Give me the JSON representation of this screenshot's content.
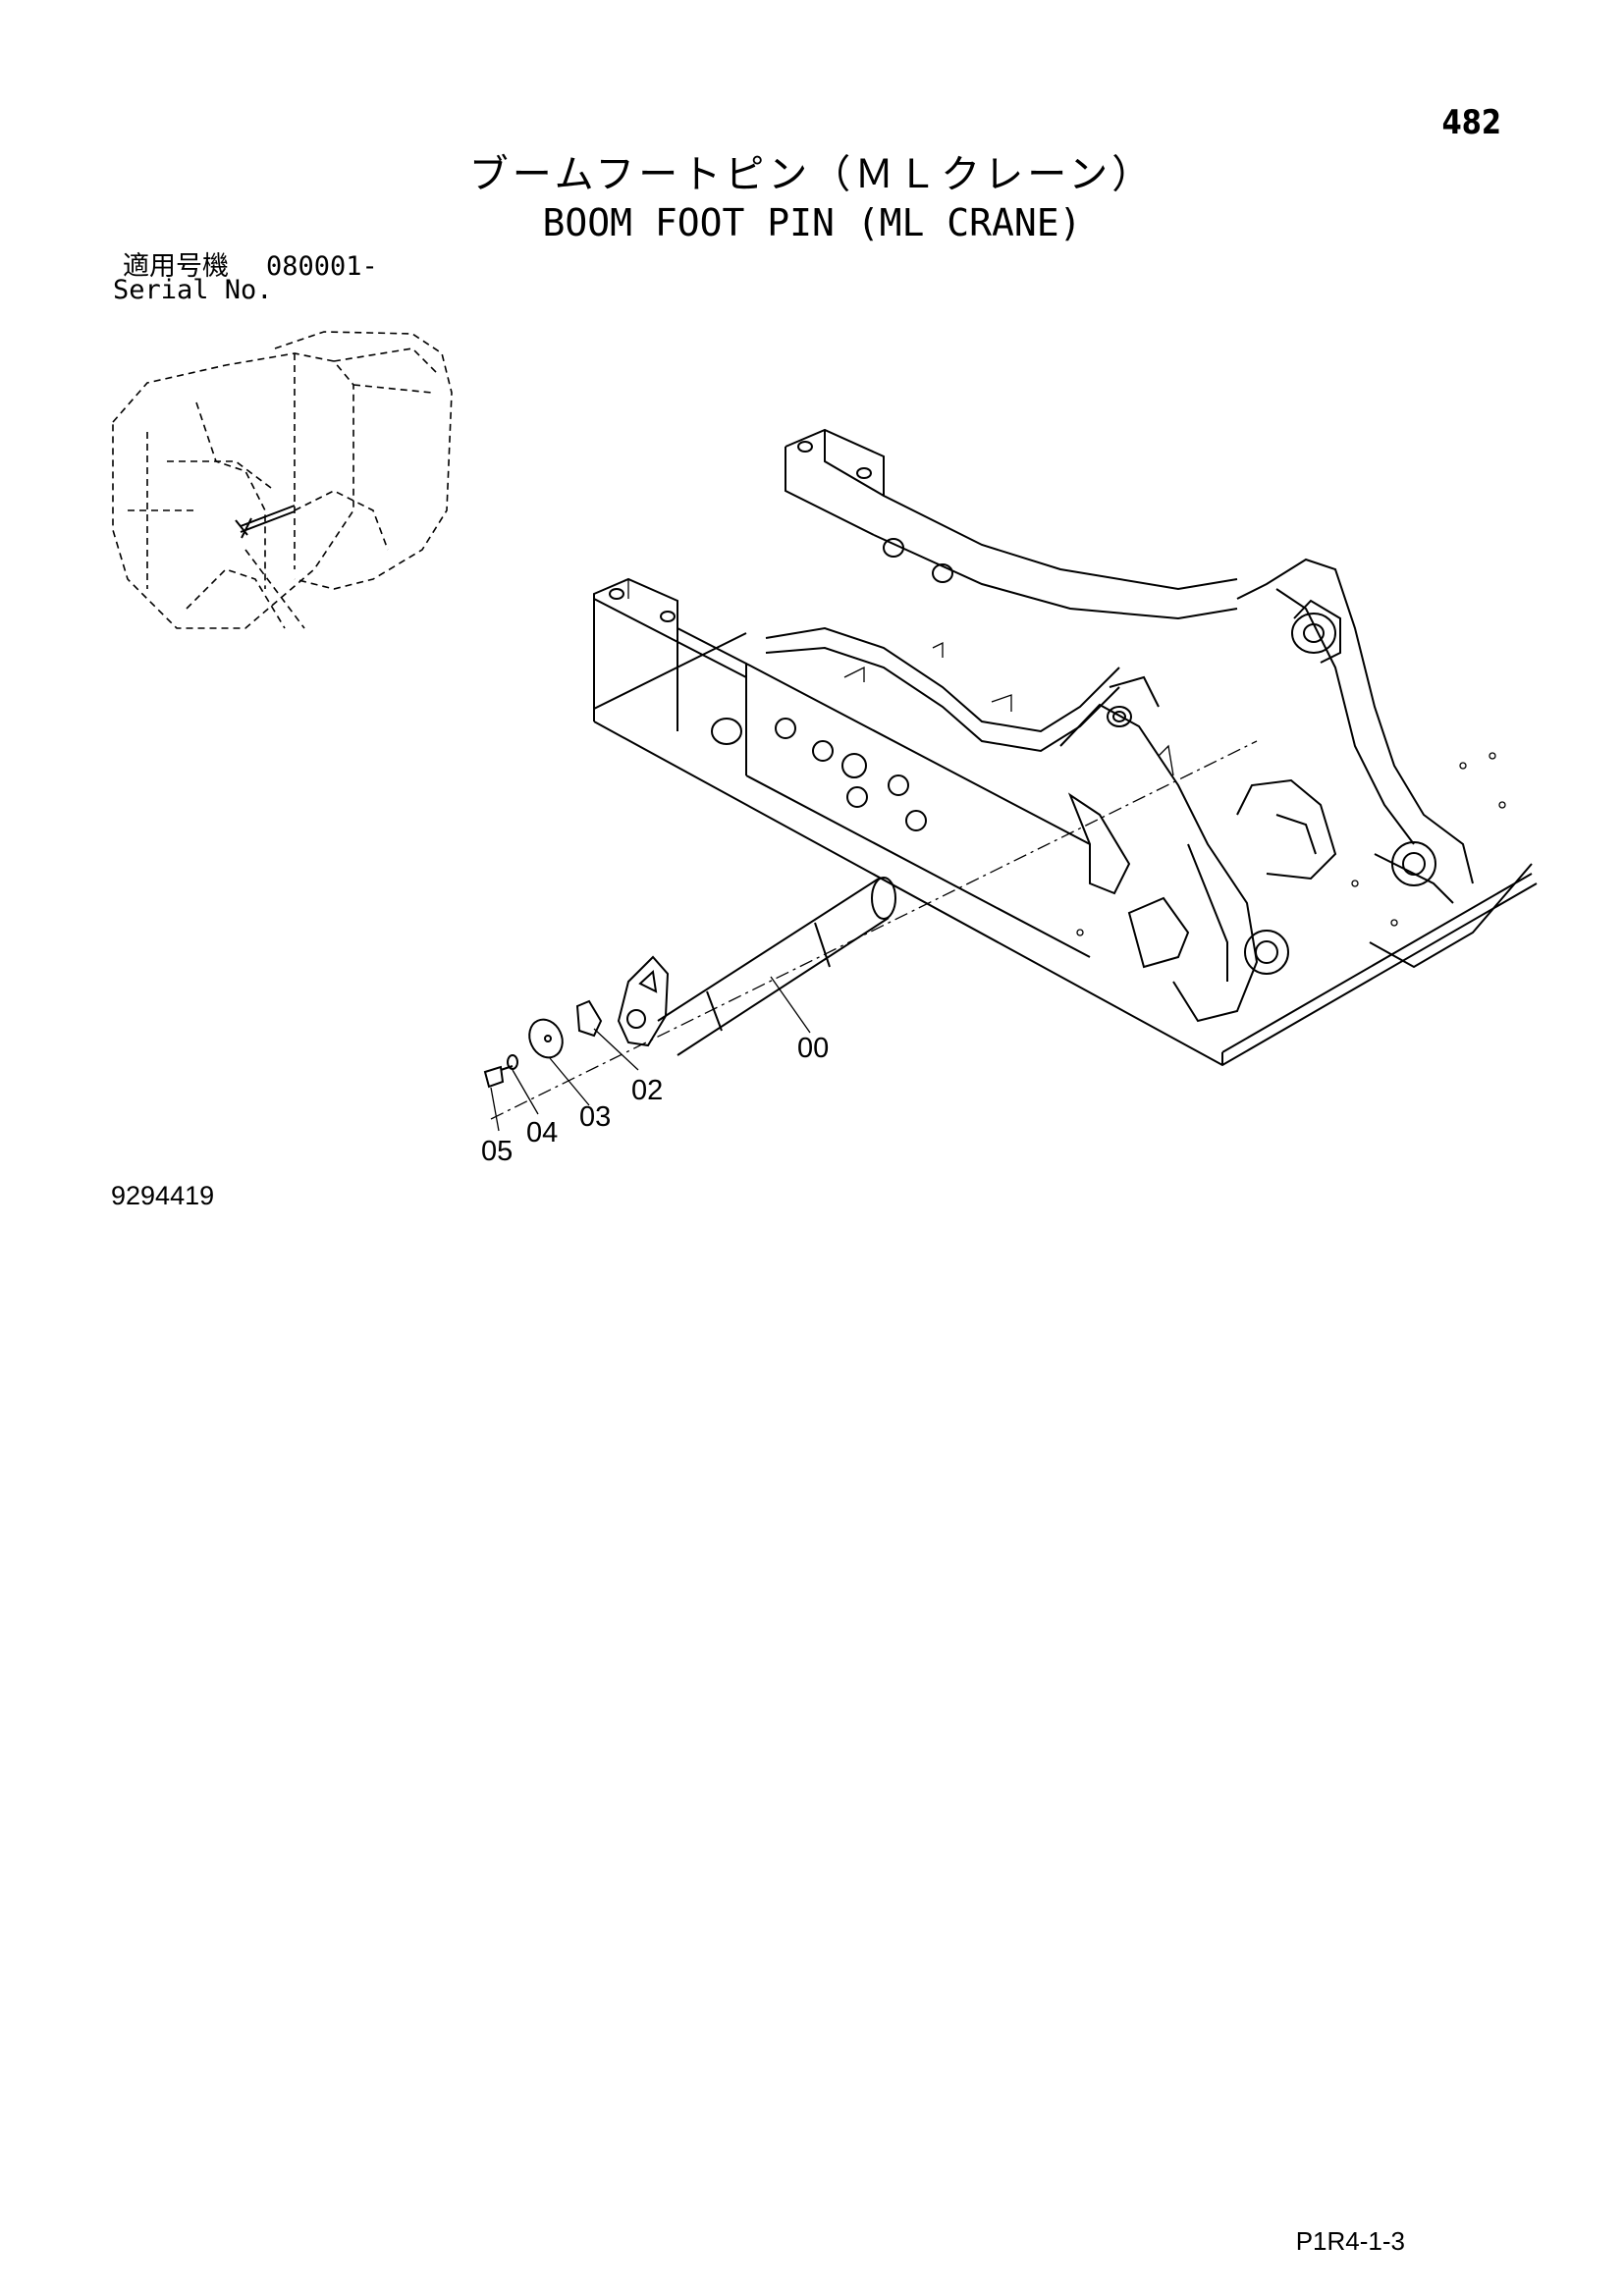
{
  "page_number": "482",
  "title_jp": "ブームフートピン（ＭＬクレーン）",
  "title_en": "BOOM FOOT PIN (ML CRANE)",
  "serial": {
    "label_jp": "適用号機",
    "value": "080001-",
    "label_en": "Serial No."
  },
  "callouts": [
    "00",
    "02",
    "03",
    "04",
    "05"
  ],
  "drawing_number": "9294419",
  "page_code": "P1R4-1-3"
}
